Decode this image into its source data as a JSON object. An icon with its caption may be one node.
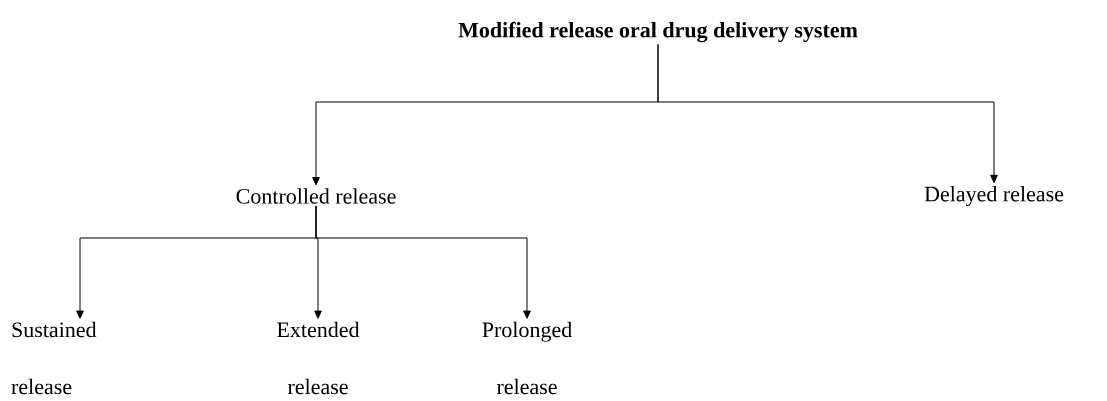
{
  "diagram": {
    "nodes": [
      {
        "text": [
          "Modified release oral drug delivery system"
        ]
      },
      {
        "text": [
          "Controlled release"
        ]
      },
      {
        "text": [
          "Delayed release"
        ]
      },
      {
        "text": [
          "Sustained release"
        ]
      },
      {
        "text": [
          "Extended release"
        ]
      },
      {
        "text": [
          "Prolonged release"
        ]
      }
    ],
    "edges": [
      {
        "from": 0,
        "to": 1,
        "arrow": "to"
      },
      {
        "from": 0,
        "to": 2,
        "arrow": "to"
      },
      {
        "from": 1,
        "to": 3,
        "arrow": "to"
      },
      {
        "from": 1,
        "to": 4,
        "arrow": "to"
      },
      {
        "from": 1,
        "to": 5,
        "arrow": "to"
      }
    ]
  }
}
